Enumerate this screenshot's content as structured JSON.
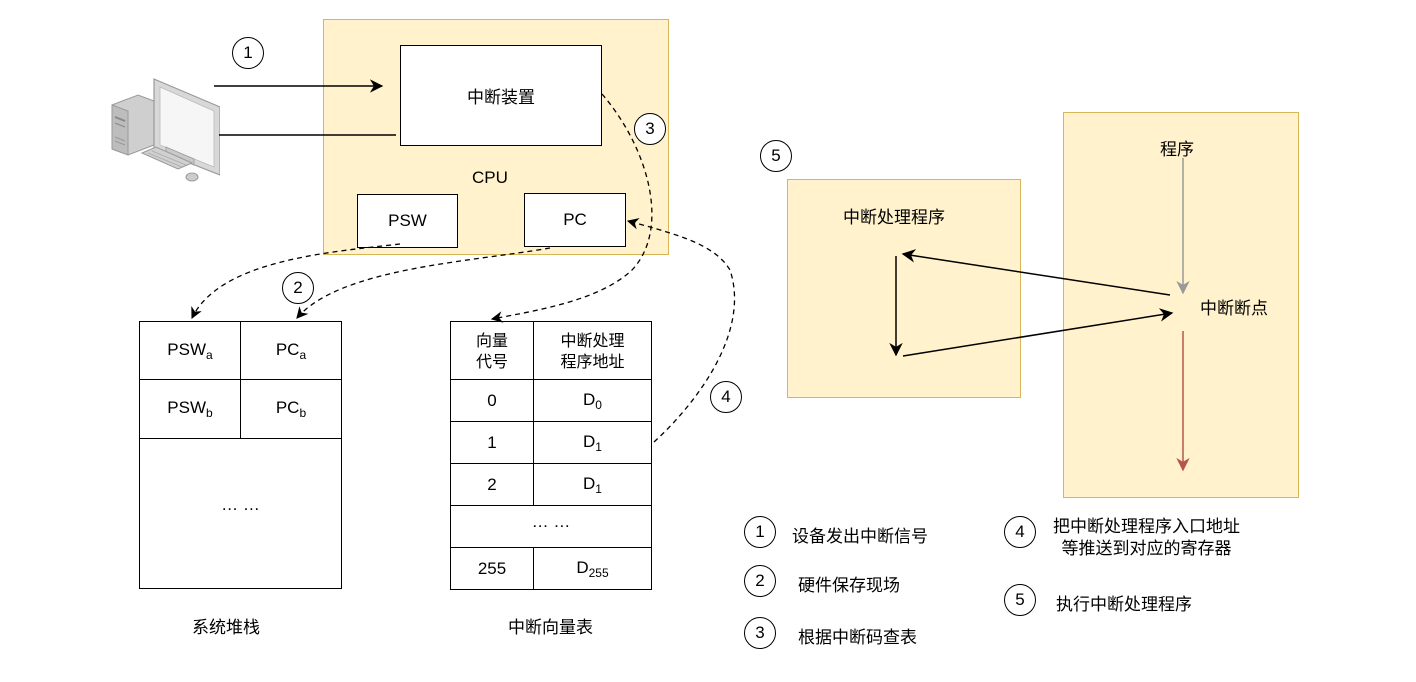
{
  "cpu": {
    "label": "CPU",
    "interrupt_device": "中断装置",
    "psw": "PSW",
    "pc": "PC"
  },
  "device_icon": "desktop-computer-icon",
  "system_stack": {
    "title": "系统堆栈",
    "rows": [
      {
        "psw": "PSW",
        "psw_sub": "a",
        "pc": "PC",
        "pc_sub": "a"
      },
      {
        "psw": "PSW",
        "psw_sub": "b",
        "pc": "PC",
        "pc_sub": "b"
      }
    ],
    "ellipsis": "… …"
  },
  "vector_table": {
    "title": "中断向量表",
    "headers": [
      "向量代号",
      "中断处理程序地址"
    ],
    "header_lines": [
      [
        "向量",
        "代号"
      ],
      [
        "中断处理",
        "程序地址"
      ]
    ],
    "rows": [
      {
        "code": "0",
        "addr": "D",
        "addr_sub": "0"
      },
      {
        "code": "1",
        "addr": "D",
        "addr_sub": "1"
      },
      {
        "code": "2",
        "addr": "D",
        "addr_sub": "1"
      }
    ],
    "ellipsis": "… …",
    "last_row": {
      "code": "255",
      "addr": "D",
      "addr_sub": "255"
    }
  },
  "handler_box": {
    "title": "中断处理程序"
  },
  "program_box": {
    "title": "程序",
    "breakpoint": "中断断点"
  },
  "steps": [
    {
      "num": "1",
      "text": "设备发出中断信号"
    },
    {
      "num": "2",
      "text": "硬件保存现场"
    },
    {
      "num": "3",
      "text": "根据中断码查表"
    },
    {
      "num": "4",
      "text": "把中断处理程序入口地址\n等推送到对应的寄存器",
      "lines": [
        "把中断处理程序入口地址",
        "等推送到对应的寄存器"
      ]
    },
    {
      "num": "5",
      "text": "执行中断处理程序"
    }
  ],
  "colors": {
    "container_fill": "#fff2cc",
    "container_stroke": "#d6b656",
    "program_flow_arrow": "#999999",
    "continue_arrow": "#b85450"
  }
}
